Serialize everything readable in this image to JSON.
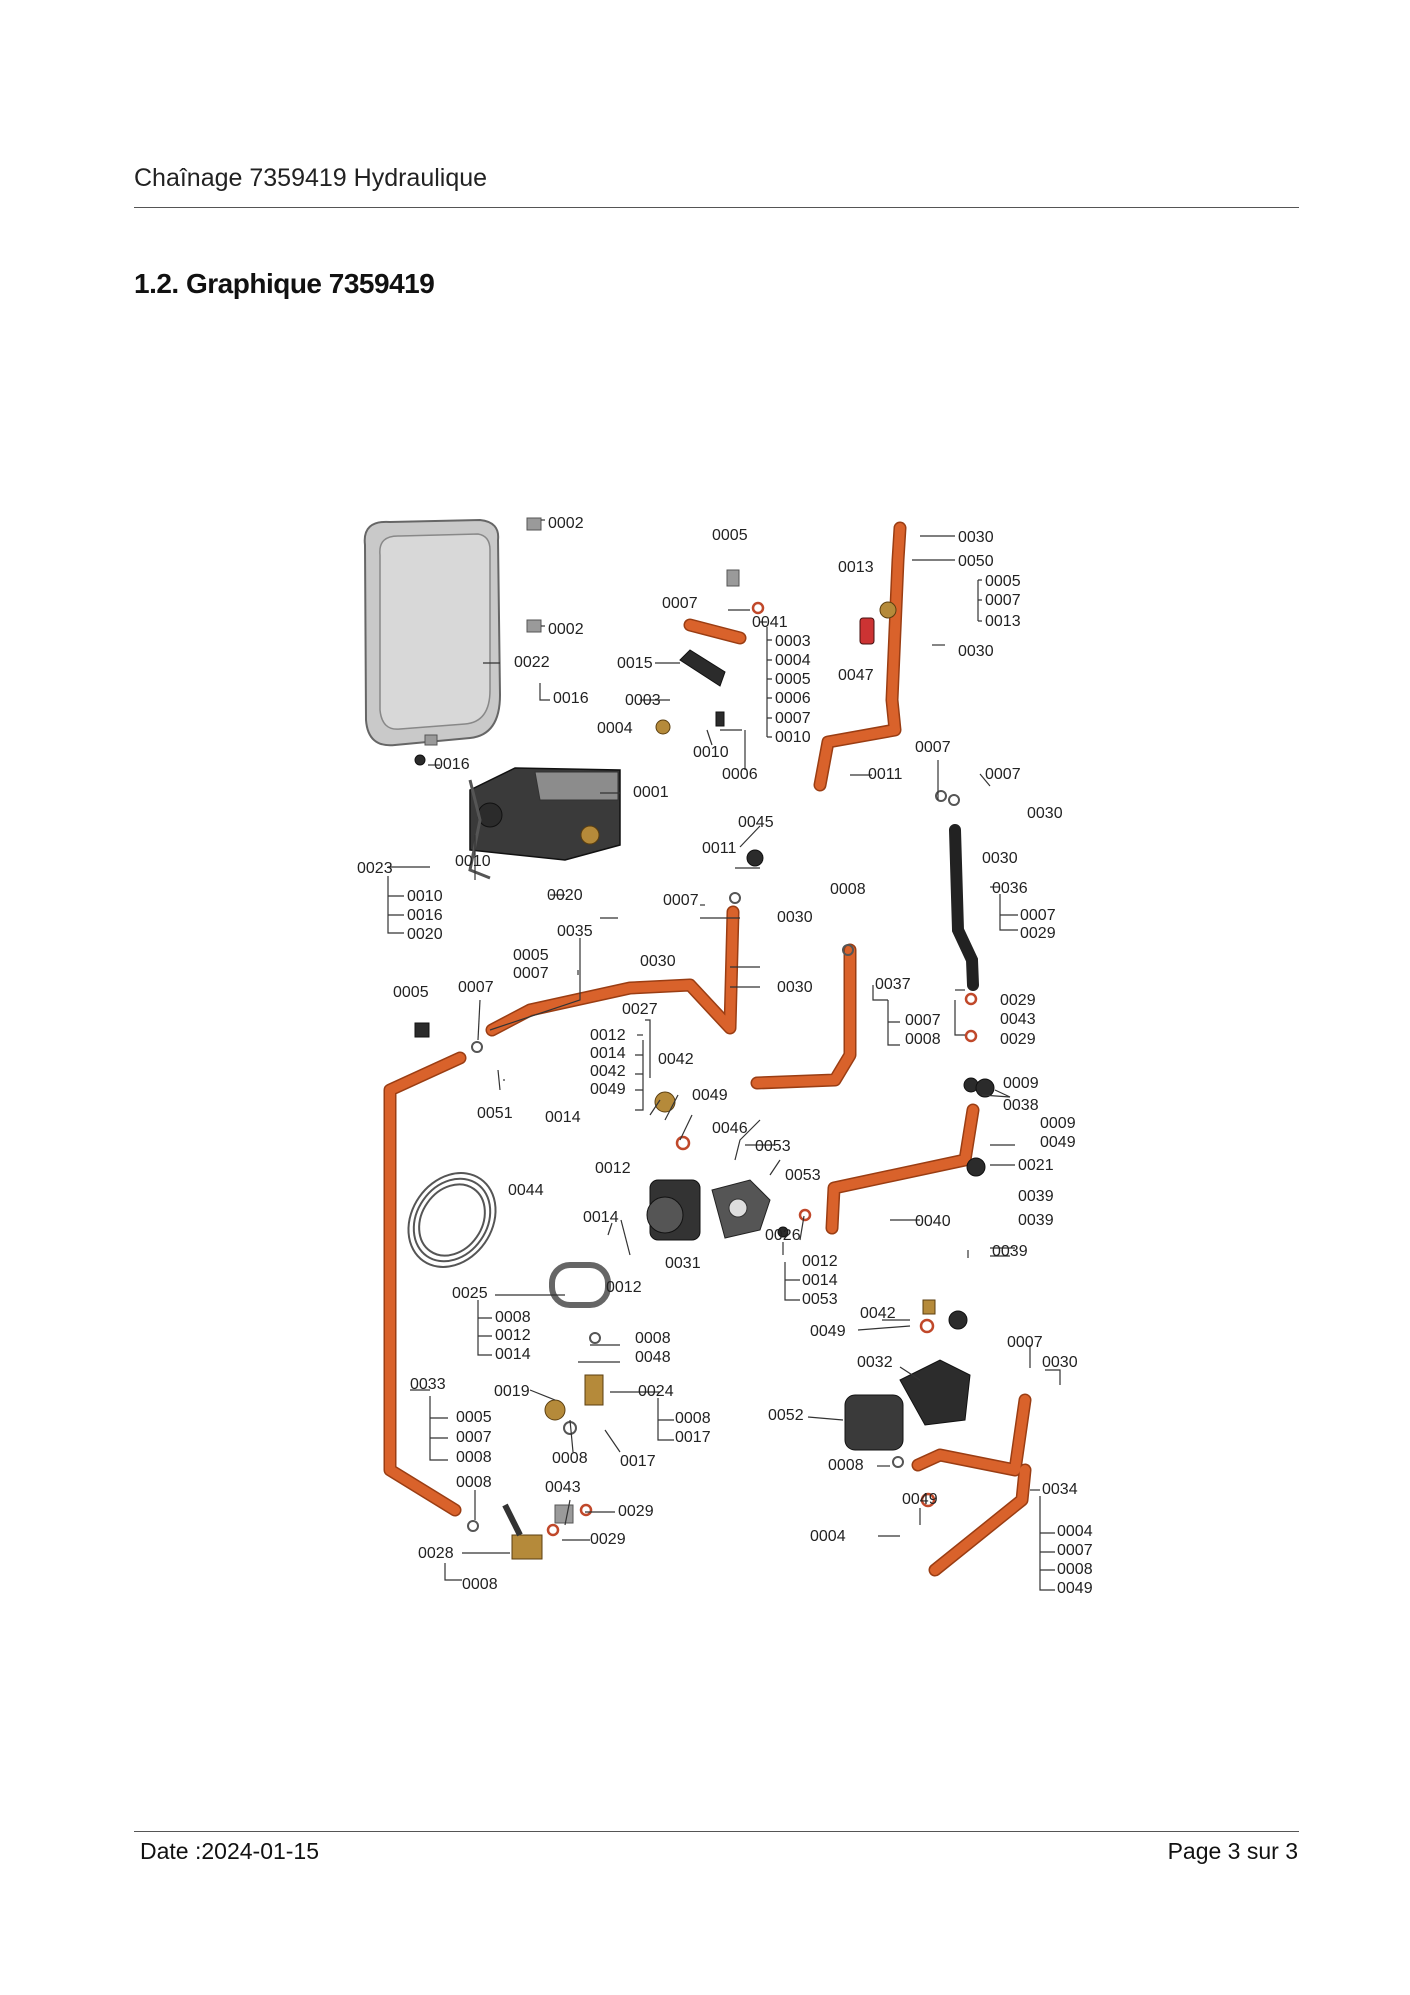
{
  "header": {
    "title": "Chaînage 7359419 Hydraulique"
  },
  "section": {
    "title": "1.2. Graphique 7359419"
  },
  "footer": {
    "date": "Date :2024-01-15",
    "page": "Page 3 sur  3"
  },
  "labels": {
    "l0002a": "0002",
    "l0002b": "0002",
    "l0005top": "0005",
    "l0013": "0013",
    "l0030a": "0030",
    "l0050": "0050",
    "l0005b": "0005",
    "l0007b": "0007",
    "l0013b": "0013",
    "l0007top": "0007",
    "l0041": "0041",
    "l0003": "0003",
    "l0004": "0004",
    "l0005c": "0005",
    "l0006": "0006",
    "l0007c": "0007",
    "l0010c": "0010",
    "l0015": "0015",
    "l0047": "0047",
    "l0030b": "0030",
    "l0022": "0022",
    "l0016a": "0016",
    "l0003b": "0003",
    "l0004b": "0004",
    "l0010": "0010",
    "l0006b": "0006",
    "l0007d": "0007",
    "l0011a": "0011",
    "l0007e": "0007",
    "l0016b": "0016",
    "l0001": "0001",
    "l0045": "0045",
    "l0030c": "0030",
    "l0011b": "0011",
    "l0030d": "0030",
    "l0036": "0036",
    "l0007f": "0007",
    "l0029f": "0029",
    "l0023": "0023",
    "l0010b": "0010",
    "l0010d": "0010",
    "l0016d": "0016",
    "l0020d": "0020",
    "l0020": "0020",
    "l0007g": "0007",
    "l0030e": "0030",
    "l0008g": "0008",
    "l0035": "0035",
    "l0005h": "0005",
    "l0007h": "0007",
    "l0030f": "0030",
    "l0030g": "0030",
    "l0037": "0037",
    "l0007i": "0007",
    "l0008i": "0008",
    "l0029a": "0029",
    "l0043a": "0043",
    "l0029b": "0029",
    "l0005j": "0005",
    "l0007j": "0007",
    "l0027": "0027",
    "l0012k": "0012",
    "l0014k": "0014",
    "l0042k": "0042",
    "l0049k": "0049",
    "l0042": "0042",
    "l0049": "0049",
    "l0009": "0009",
    "l0038": "0038",
    "l0009b": "0009",
    "l0049b": "0049",
    "l0051": "0051",
    "l0014": "0014",
    "l0046": "0046",
    "l0053": "0053",
    "l0021": "0021",
    "l0012": "0012",
    "l0053b": "0053",
    "l0044": "0044",
    "l0039a": "0039",
    "l0014b": "0014",
    "l0031": "0031",
    "l0026": "0026",
    "l0040": "0040",
    "l0039b": "0039",
    "l0039c": "0039",
    "l0012b": "0012",
    "l0012c": "0012",
    "l0014c": "0014",
    "l0053c": "0053",
    "l0025": "0025",
    "l0008m": "0008",
    "l0012m": "0012",
    "l0014m": "0014",
    "l0042b": "0042",
    "l0049c": "0049",
    "l0008n": "0008",
    "l0048": "0048",
    "l0007o": "0007",
    "l0030o": "0030",
    "l0032": "0032",
    "l0033": "0033",
    "l0019": "0019",
    "l0024": "0024",
    "l0008p": "0008",
    "l0017p": "0017",
    "l0005q": "0005",
    "l0007q": "0007",
    "l0008q": "0008",
    "l0008r": "0008",
    "l0017": "0017",
    "l0052": "0052",
    "l0008s": "0008",
    "l0034": "0034",
    "l0008t": "0008",
    "l0043": "0043",
    "l0029c": "0029",
    "l0049d": "0049",
    "l0004d": "0004",
    "l0029d": "0029",
    "l0004e": "0004",
    "l0007u": "0007",
    "l0008u": "0008",
    "l0049u": "0049",
    "l0028": "0028",
    "l0008v": "0008"
  }
}
